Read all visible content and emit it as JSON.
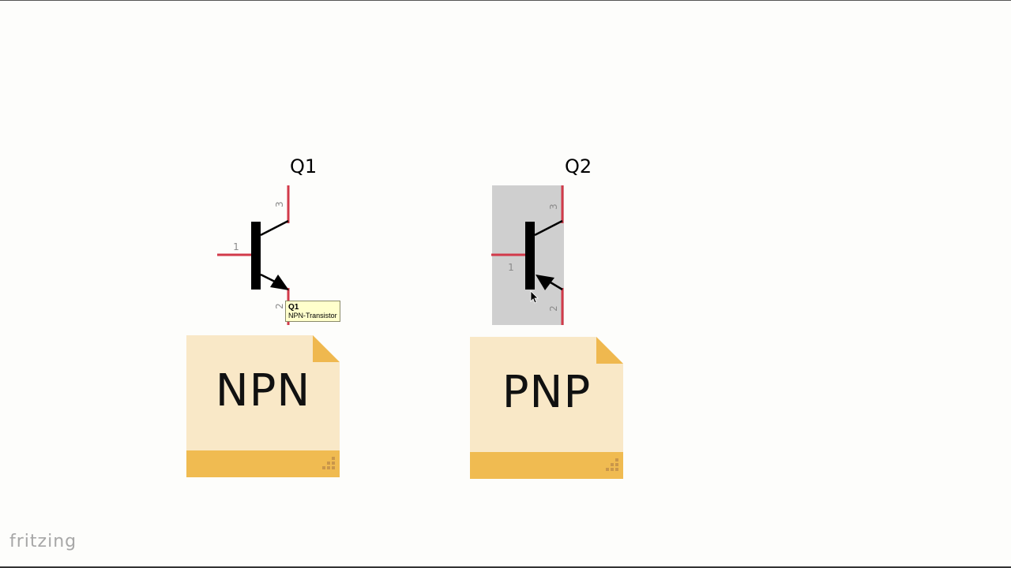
{
  "parts": {
    "q1": {
      "label": "Q1",
      "pins": {
        "base": "1",
        "emitter": "2",
        "collector": "3"
      },
      "selected": false
    },
    "q2": {
      "label": "Q2",
      "pins": {
        "base": "1",
        "emitter": "2",
        "collector": "3"
      },
      "selected": true
    }
  },
  "tooltip": {
    "title": "Q1",
    "subtitle": "NPN-Transistor"
  },
  "files": {
    "npn_label": "NPN",
    "pnp_label": "PNP"
  },
  "brand": {
    "name": "fritzing"
  },
  "colors": {
    "pin": "#d23a4a",
    "pin_glow": "#f1a3ab",
    "selection": "#cfcfcf",
    "file_body": "#f9e8c7",
    "file_accent": "#f0bb51",
    "tooltip_bg": "#ffffcc"
  },
  "icons": {
    "cursor": "arrow-cursor-icon",
    "file": "document-icon"
  }
}
